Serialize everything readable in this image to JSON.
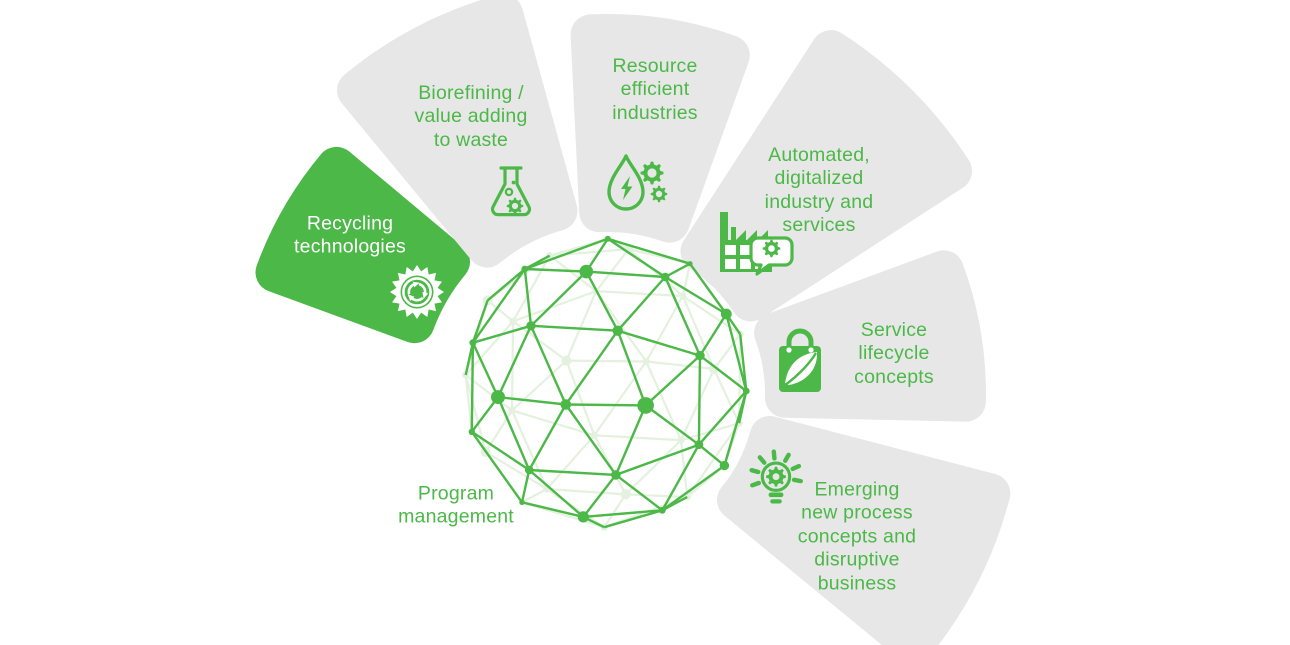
{
  "colors": {
    "green": "#4cb848",
    "segment_gray": "#e7e7e7",
    "highlight_label": "#ffffff",
    "sphere_front": "#4cb848",
    "sphere_back": "#e3f1de",
    "background": "#ffffff"
  },
  "center_label": "Program\nmanagement",
  "segments": [
    {
      "id": "recycling",
      "label": "Recycling\ntechnologies",
      "icon": "recycling-arrows-icon",
      "highlighted": true
    },
    {
      "id": "biorefining",
      "label": "Biorefining /\nvalue adding\nto waste",
      "icon": "flask-gear-icon",
      "highlighted": false
    },
    {
      "id": "resource-efficiency",
      "label": "Resource\nefficient\nindustries",
      "icon": "energy-droplet-gears-icon",
      "highlighted": false
    },
    {
      "id": "automated-digitalized",
      "label": "Automated,\ndigitalized\nindustry and\nservices",
      "icon": "factory-chat-gear-icon",
      "highlighted": false
    },
    {
      "id": "service-lifecycle",
      "label": "Service\nlifecycle\nconcepts",
      "icon": "leaf-bag-icon",
      "highlighted": false
    },
    {
      "id": "emerging-concepts",
      "label": "Emerging\nnew process\nconcepts and\ndisruptive\nbusiness",
      "icon": "idea-bulb-gear-icon",
      "highlighted": false
    }
  ]
}
